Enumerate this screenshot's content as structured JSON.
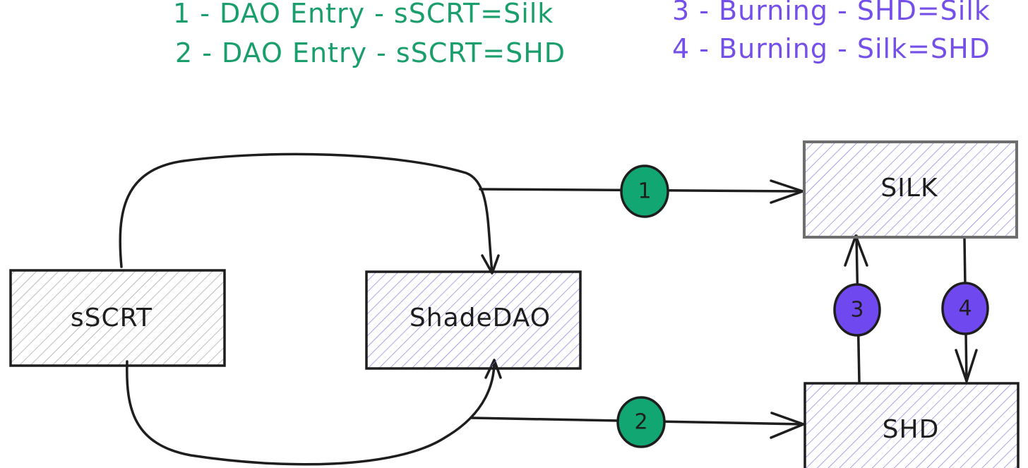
{
  "legend": {
    "entry1": "1 - DAO Entry - sSCRT=Silk",
    "entry2": "2 - DAO Entry - sSCRT=SHD",
    "entry3": "3 - Burning - SHD=Silk",
    "entry4": "4 - Burning - Silk=SHD"
  },
  "nodes": {
    "sscrt": "sSCRT",
    "shadedao": "ShadeDAO",
    "silk": "SILK",
    "shd": "SHD"
  },
  "steps": {
    "s1": "1",
    "s2": "2",
    "s3": "3",
    "s4": "4"
  },
  "colors": {
    "dao_entry": "#1a9e6c",
    "dao_entry_fill": "#12a673",
    "burning": "#7550e8",
    "burning_fill": "#7048f0",
    "hatch_grey": "#9a9a9a",
    "hatch_purple": "#8170e0"
  }
}
